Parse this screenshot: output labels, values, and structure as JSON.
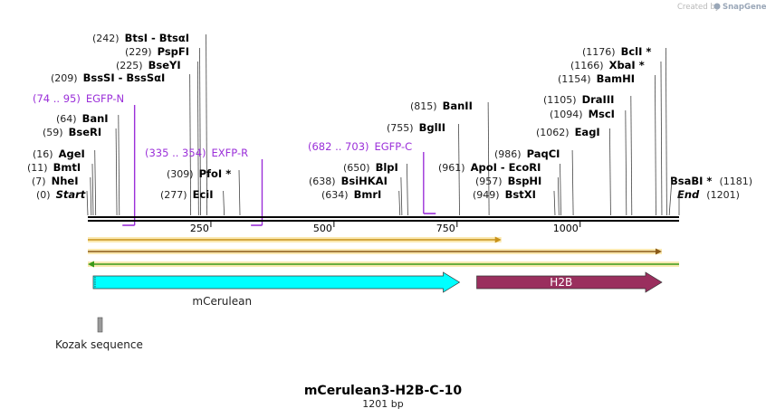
{
  "header": {
    "credit_prefix": "Created by",
    "credit_brand": "SnapGene"
  },
  "map": {
    "length": 1201,
    "ticks": [
      {
        "value": 250,
        "label": "250"
      },
      {
        "value": 500,
        "label": "500"
      },
      {
        "value": 750,
        "label": "750"
      },
      {
        "value": 1000,
        "label": "1000"
      }
    ],
    "sites": [
      {
        "pos": "(0)",
        "name": "Start",
        "italic": true,
        "site": 0
      },
      {
        "pos": "(7)",
        "name": "NheI",
        "site": 7
      },
      {
        "pos": "(11)",
        "name": "BmtI",
        "site": 11
      },
      {
        "pos": "(16)",
        "name": "AgeI",
        "site": 16
      },
      {
        "pos": "(59)",
        "name": "BseRI",
        "site": 59
      },
      {
        "pos": "(64)",
        "name": "BanI",
        "site": 64
      },
      {
        "pos": "(209)",
        "name": "BssSI  -  BssSαI",
        "site": 209
      },
      {
        "pos": "(225)",
        "name": "BseYI",
        "site": 225
      },
      {
        "pos": "(229)",
        "name": "PspFI",
        "site": 229
      },
      {
        "pos": "(242)",
        "name": "BtsI  -  BtsαI",
        "site": 242
      },
      {
        "pos": "(277)",
        "name": "EciI",
        "site": 277
      },
      {
        "pos": "(309)",
        "name": "PfoI *",
        "site": 309
      },
      {
        "pos": "(634)",
        "name": "BmrI",
        "site": 634
      },
      {
        "pos": "(638)",
        "name": "BsiHKAI",
        "site": 638
      },
      {
        "pos": "(650)",
        "name": "BlpI",
        "site": 650
      },
      {
        "pos": "(755)",
        "name": "BglII",
        "site": 755
      },
      {
        "pos": "(815)",
        "name": "BanII",
        "site": 815
      },
      {
        "pos": "(949)",
        "name": "BstXI",
        "site": 949
      },
      {
        "pos": "(957)",
        "name": "BspHI",
        "site": 957
      },
      {
        "pos": "(961)",
        "name": "ApoI  -  EcoRI",
        "site": 961
      },
      {
        "pos": "(986)",
        "name": "PaqCI",
        "site": 986
      },
      {
        "pos": "(1062)",
        "name": "EagI",
        "site": 1062
      },
      {
        "pos": "(1094)",
        "name": "MscI",
        "site": 1094
      },
      {
        "pos": "(1105)",
        "name": "DraIII",
        "site": 1105
      },
      {
        "pos": "(1154)",
        "name": "BamHI",
        "site": 1154
      },
      {
        "pos": "(1166)",
        "name": "XbaI *",
        "site": 1166
      },
      {
        "pos": "(1176)",
        "name": "BclI *",
        "site": 1176
      },
      {
        "pos": "(1181)",
        "name": "BsaBI *",
        "site": 1181
      },
      {
        "pos": "(1201)",
        "name": "End",
        "italic": true,
        "site": 1201
      }
    ],
    "primers": [
      {
        "range": "(74 .. 95)",
        "name": "EGFP-N",
        "start": 74,
        "end": 95,
        "strand": "reverse"
      },
      {
        "range": "(335 .. 354)",
        "name": "EXFP-R",
        "start": 335,
        "end": 354,
        "strand": "reverse"
      },
      {
        "range": "(682 .. 703)",
        "name": "EGFP-C",
        "start": 682,
        "end": 703,
        "strand": "forward"
      }
    ],
    "orfs": [
      {
        "start": 1,
        "end": 840,
        "direction": "forward",
        "color": "#c8921a"
      },
      {
        "start": 1,
        "end": 1166,
        "direction": "forward",
        "color": "#8a5a1a"
      },
      {
        "start": 1,
        "end": 1201,
        "direction": "reverse",
        "color": "#3a9a1a"
      }
    ],
    "features": [
      {
        "name": "mCerulean",
        "start": 11,
        "end": 755,
        "color": "#00ffff",
        "direction": "forward",
        "label_inside": false
      },
      {
        "name": "H2B",
        "start": 790,
        "end": 1166,
        "color": "#9a2f5e",
        "direction": "forward",
        "label_inside": true
      },
      {
        "name": "Kozak sequence",
        "start": 1,
        "end": 10,
        "color": "#9a9a9a",
        "direction": "none",
        "label_inside": false
      }
    ]
  },
  "footer": {
    "title": "mCerulean3-H2B-C-10",
    "subtitle": "1201 bp"
  }
}
